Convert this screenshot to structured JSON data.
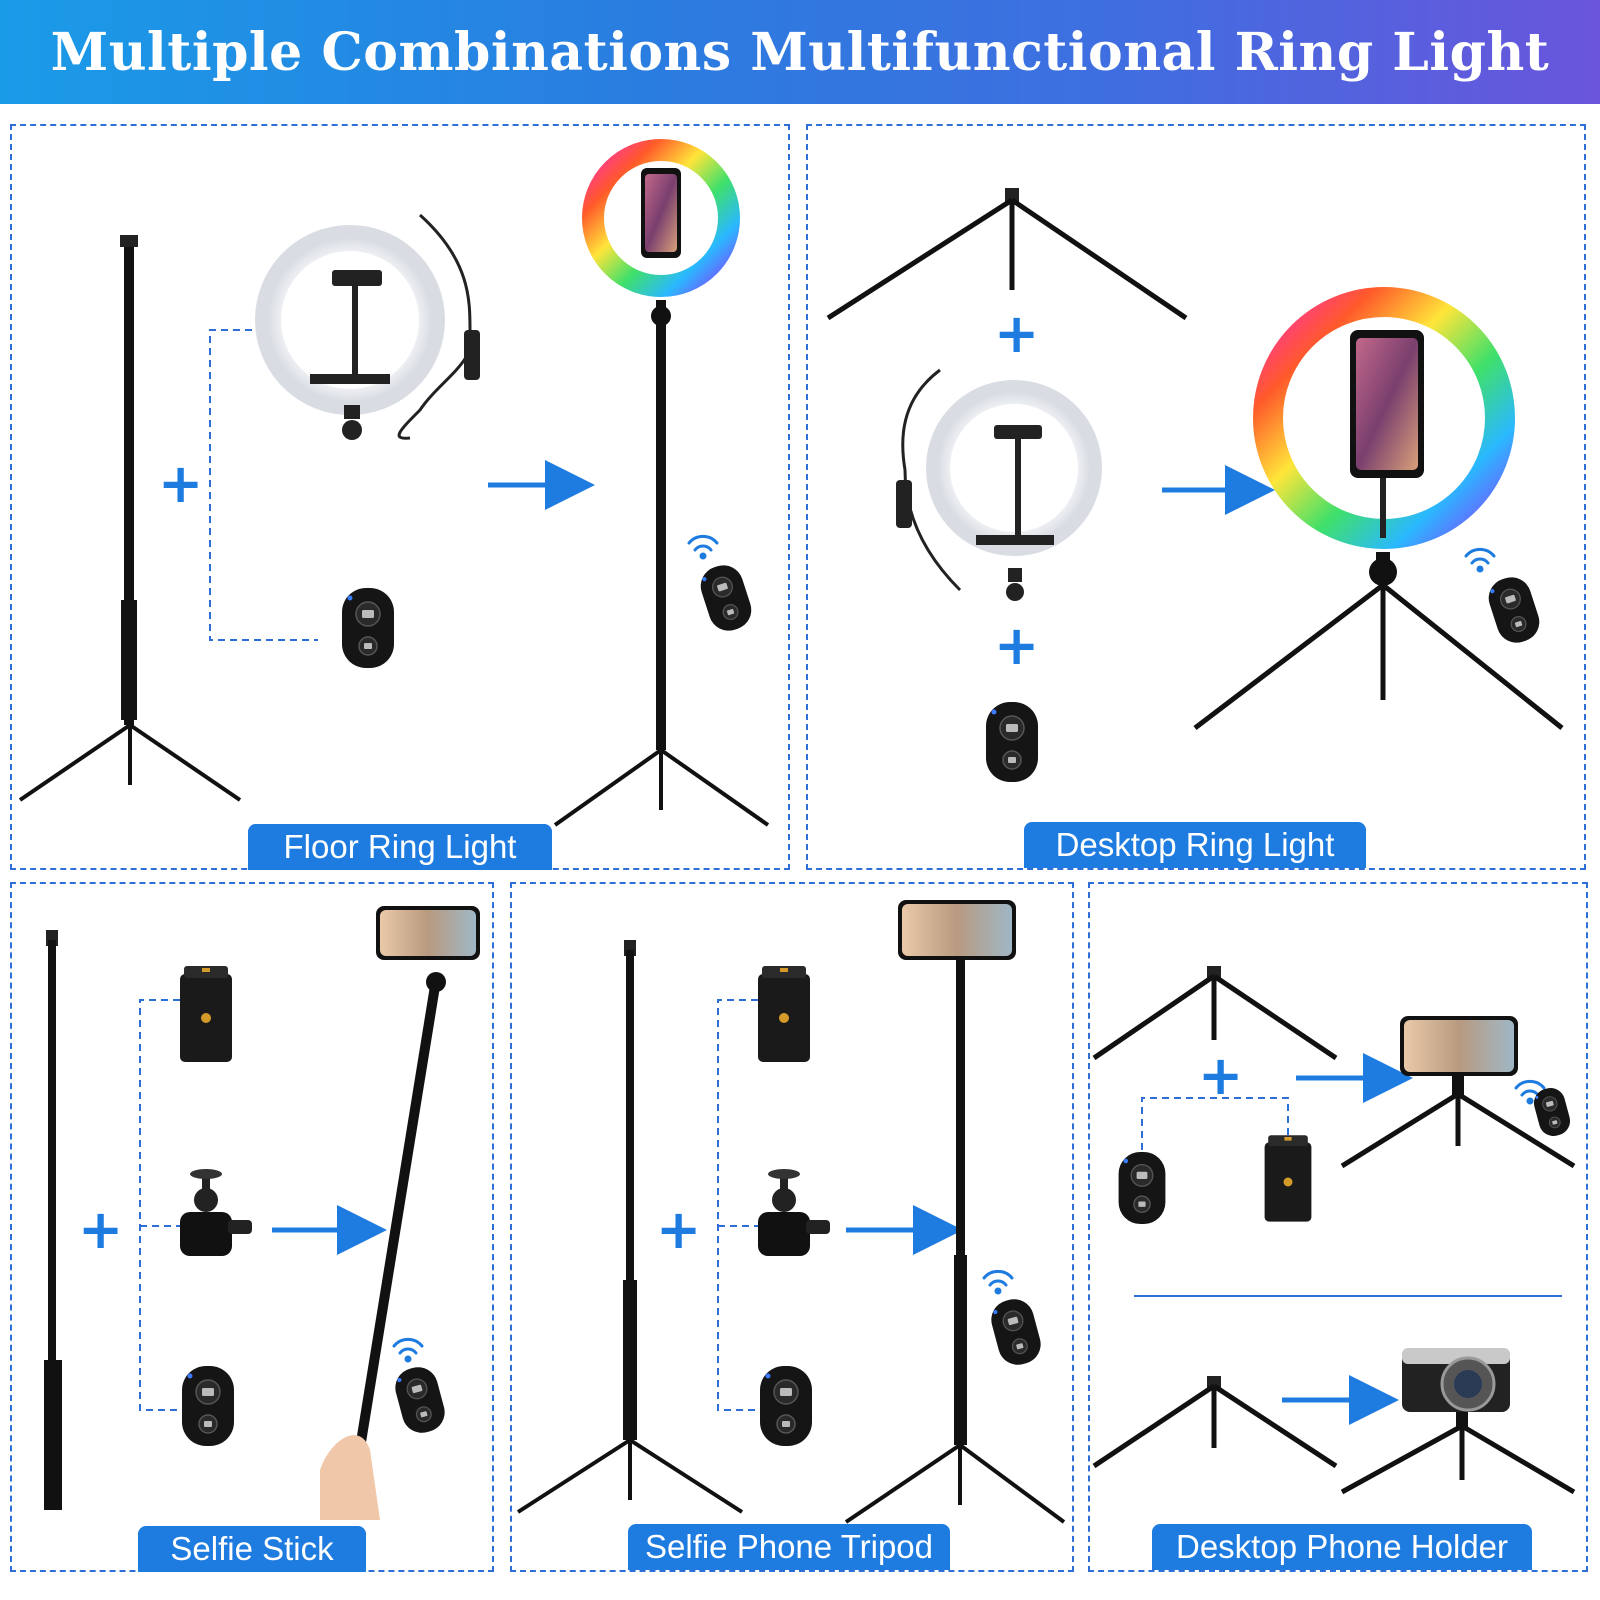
{
  "banner": {
    "title": "Multiple Combinations Multifunctional Ring Light"
  },
  "panels": [
    {
      "label": "Floor Ring Light"
    },
    {
      "label": "Desktop Ring Light"
    },
    {
      "label": "Selfie Stick"
    },
    {
      "label": "Selfie Phone Tripod"
    },
    {
      "label": "Desktop Phone Holder"
    }
  ],
  "symbols": {
    "plus": "+"
  },
  "colors": {
    "accent": "#1e7ce0",
    "banner_start": "#1a9be8",
    "banner_end": "#6a55dc",
    "dash": "#2d6fd6"
  }
}
